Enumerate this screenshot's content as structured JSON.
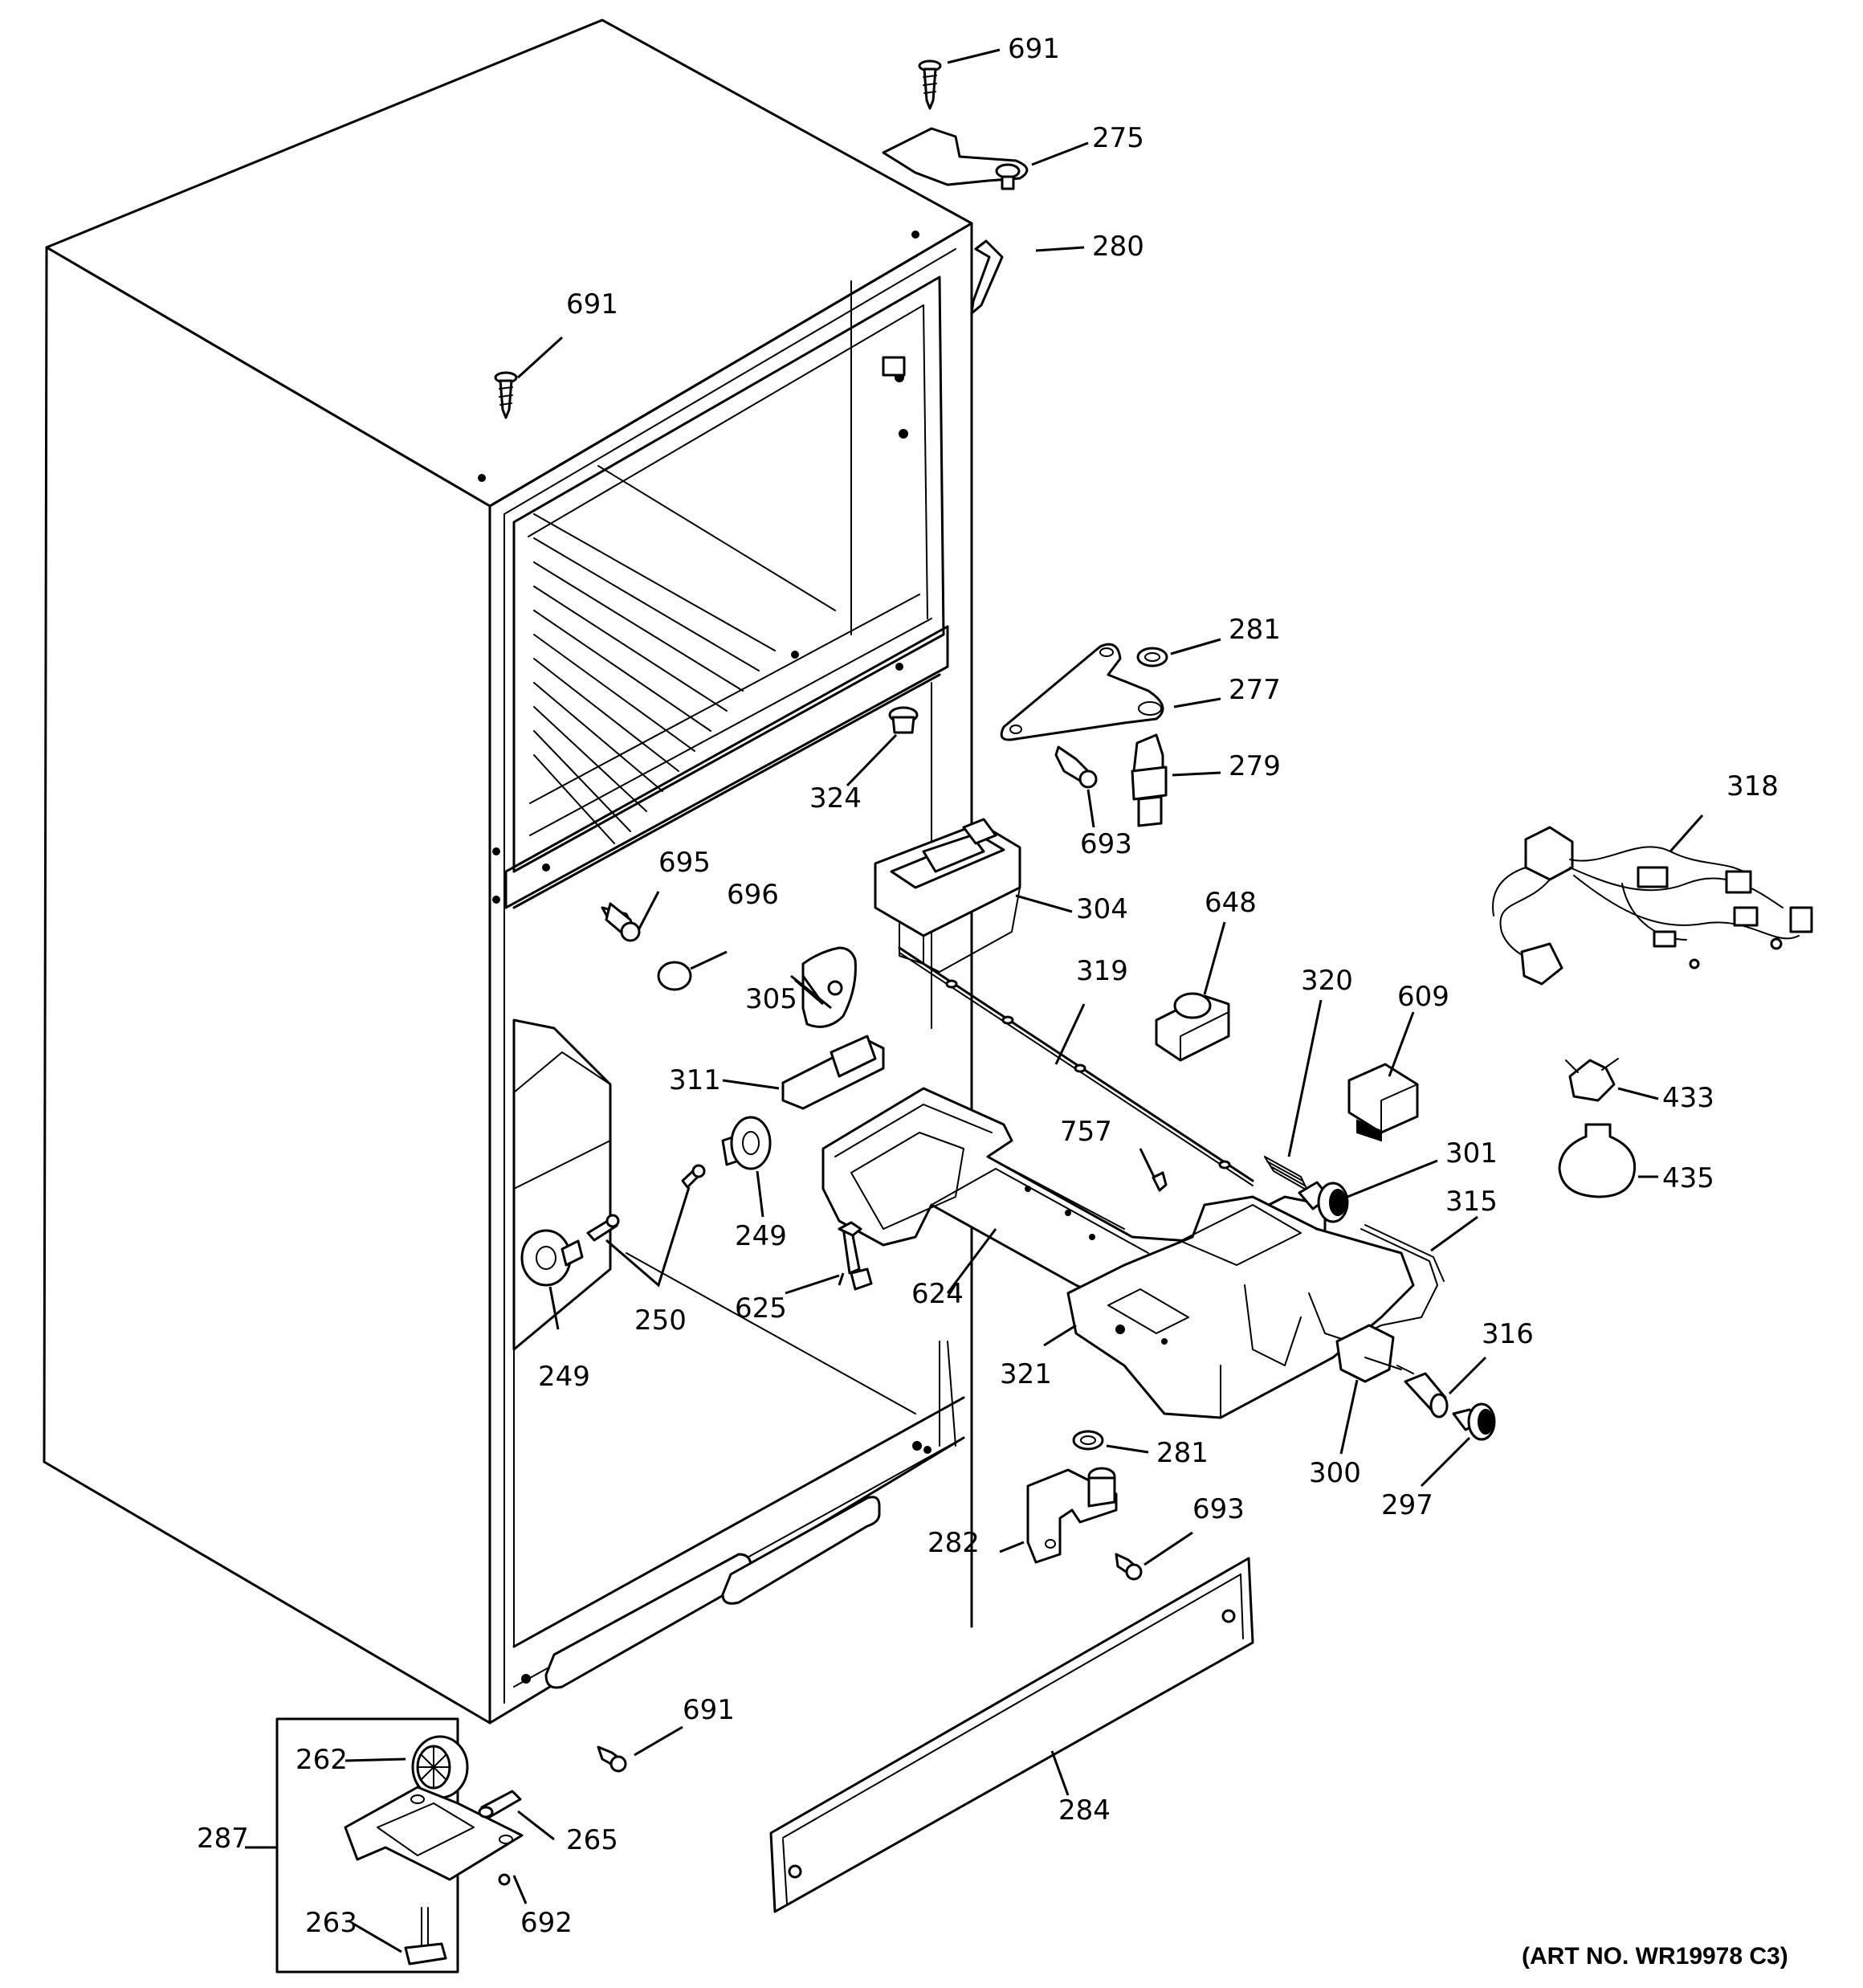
{
  "diagram": {
    "art_number": "(ART NO. WR19978 C3)",
    "callouts": [
      {
        "id": "c691a",
        "label": "691"
      },
      {
        "id": "c275",
        "label": "275"
      },
      {
        "id": "c280",
        "label": "280"
      },
      {
        "id": "c691b",
        "label": "691"
      },
      {
        "id": "c281a",
        "label": "281"
      },
      {
        "id": "c277",
        "label": "277"
      },
      {
        "id": "c279",
        "label": "279"
      },
      {
        "id": "c324",
        "label": "324"
      },
      {
        "id": "c693a",
        "label": "693"
      },
      {
        "id": "c318",
        "label": "318"
      },
      {
        "id": "c695",
        "label": "695"
      },
      {
        "id": "c696",
        "label": "696"
      },
      {
        "id": "c304",
        "label": "304"
      },
      {
        "id": "c648",
        "label": "648"
      },
      {
        "id": "c305",
        "label": "305"
      },
      {
        "id": "c319",
        "label": "319"
      },
      {
        "id": "c320",
        "label": "320"
      },
      {
        "id": "c609",
        "label": "609"
      },
      {
        "id": "c311",
        "label": "311"
      },
      {
        "id": "c433",
        "label": "433"
      },
      {
        "id": "c757",
        "label": "757"
      },
      {
        "id": "c301",
        "label": "301"
      },
      {
        "id": "c435",
        "label": "435"
      },
      {
        "id": "c315",
        "label": "315"
      },
      {
        "id": "c249a",
        "label": "249"
      },
      {
        "id": "c250",
        "label": "250"
      },
      {
        "id": "c625",
        "label": "625"
      },
      {
        "id": "c624",
        "label": "624"
      },
      {
        "id": "c316",
        "label": "316"
      },
      {
        "id": "c321",
        "label": "321"
      },
      {
        "id": "c249b",
        "label": "249"
      },
      {
        "id": "c281b",
        "label": "281"
      },
      {
        "id": "c300",
        "label": "300"
      },
      {
        "id": "c297",
        "label": "297"
      },
      {
        "id": "c693b",
        "label": "693"
      },
      {
        "id": "c282",
        "label": "282"
      },
      {
        "id": "c691c",
        "label": "691"
      },
      {
        "id": "c262",
        "label": "262"
      },
      {
        "id": "c265",
        "label": "265"
      },
      {
        "id": "c287",
        "label": "287"
      },
      {
        "id": "c284",
        "label": "284"
      },
      {
        "id": "c692",
        "label": "692"
      },
      {
        "id": "c263",
        "label": "263"
      }
    ]
  }
}
